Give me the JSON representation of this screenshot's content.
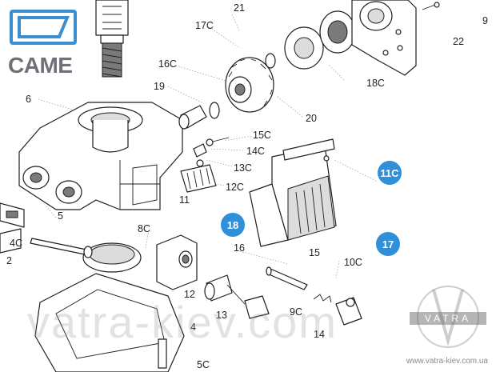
{
  "brand": {
    "name": "CAME",
    "accent": "#3b8ed0"
  },
  "labels": {
    "p21": "21",
    "p9": "9",
    "p17C": "17C",
    "p22": "22",
    "p16C": "16C",
    "p18C": "18C",
    "p19": "19",
    "p6": "6",
    "p20": "20",
    "p15C": "15C",
    "p14C": "14C",
    "p13C": "13C",
    "p11C": "11C",
    "p12C": "12C",
    "p11": "11",
    "p18": "18",
    "p5": "5",
    "p8C": "8C",
    "p17": "17",
    "p4C": "4C",
    "p16": "16",
    "p15": "15",
    "p2": "2",
    "p10C": "10C",
    "p12": "12",
    "p13": "13",
    "p9C": "9C",
    "p4": "4",
    "p14": "14",
    "p5C": "5C"
  },
  "highlight_color": "#2f8fd8",
  "watermark": {
    "text": "vatra-kiev.com",
    "url": "www.vatra-kiev.com.ua",
    "brand": "VATRA"
  }
}
